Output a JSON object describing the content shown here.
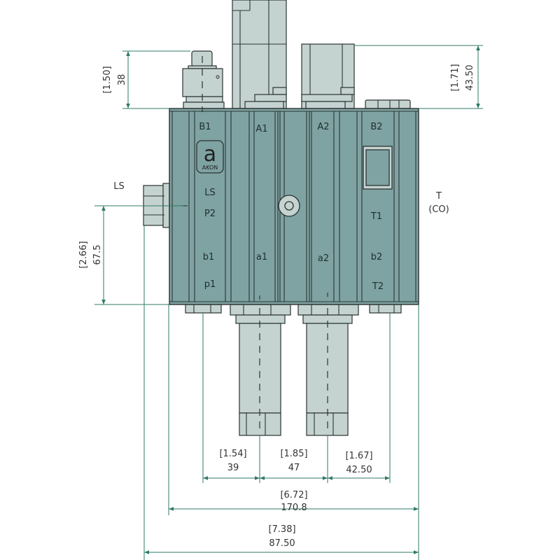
{
  "ports": {
    "B1": "B1",
    "A1": "A1",
    "A2": "A2",
    "B2": "B2",
    "LS": "LS",
    "P2": "P2",
    "T1": "T1",
    "b1": "b1",
    "a1": "a1",
    "a2": "a2",
    "b2": "b2",
    "p1": "p1",
    "T2": "T2"
  },
  "logo": {
    "letter": "a",
    "brand": "AKON"
  },
  "side_labels": {
    "ls": "LS",
    "t": "T",
    "co": "(CO)"
  },
  "dimensions": {
    "fitting_height": {
      "inch": "[1.50]",
      "mm": "38"
    },
    "solenoid_height": {
      "inch": "[1.71]",
      "mm": "43.50"
    },
    "ls_offset": {
      "inch": "[2.66]",
      "mm": "67.5"
    },
    "spacing_1": {
      "inch": "[1.54]",
      "mm": "39"
    },
    "spacing_2": {
      "inch": "[1.85]",
      "mm": "47"
    },
    "spacing_3": {
      "inch": "[1.67]",
      "mm": "42.50"
    },
    "body_width": {
      "inch": "[6.72]",
      "mm": "170.8"
    },
    "overall_width": {
      "inch": "[7.38]",
      "mm": "87.50"
    }
  },
  "colors": {
    "body": "#7fa3a2",
    "parts": "#c5d3d0",
    "dimension": "#2f7a68"
  }
}
